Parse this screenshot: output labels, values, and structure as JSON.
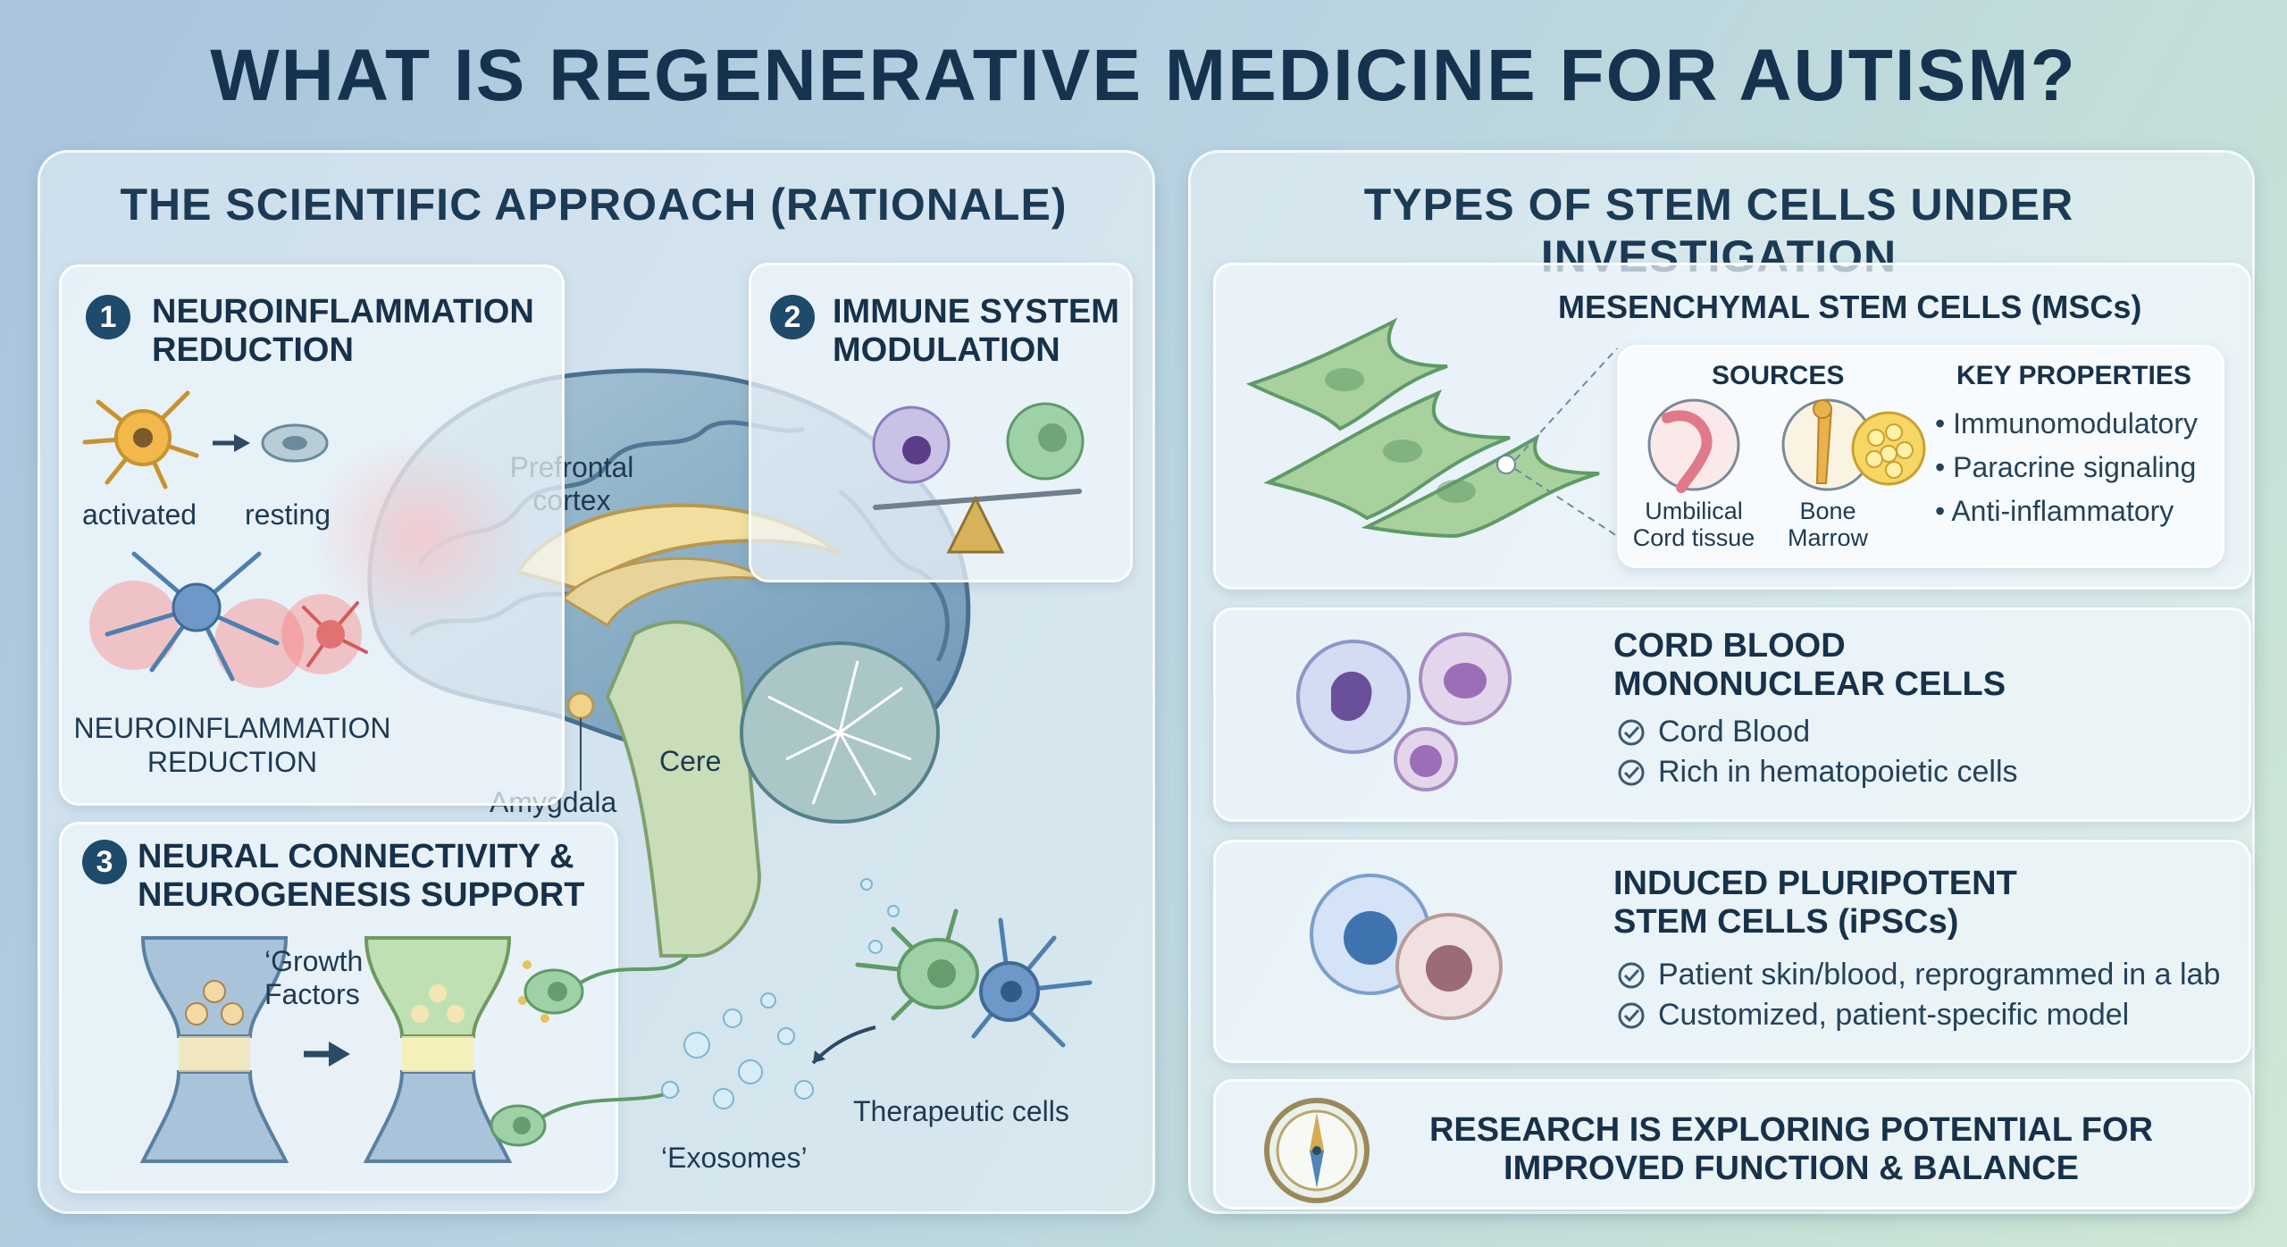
{
  "title": "WHAT IS REGENERATIVE MEDICINE FOR AUTISM?",
  "left_panel": {
    "heading": "THE SCIENTIFIC APPROACH (RATIONALE)",
    "box1": {
      "number": "1",
      "title_line1": "NEUROINFLAMMATION",
      "title_line2": "REDUCTION",
      "activated_label": "activated",
      "resting_label": "resting",
      "bottom_line1": "NEUROINFLAMMATION",
      "bottom_line2": "REDUCTION"
    },
    "box2": {
      "number": "2",
      "title_line1": "IMMUNE SYSTEM",
      "title_line2": "MODULATION"
    },
    "brain": {
      "prefrontal_line1": "Prefrontal",
      "prefrontal_line2": "cortex",
      "amygdala": "Amygdala",
      "cere": "Cere"
    },
    "box3": {
      "number": "3",
      "title_line1": "NEURAL CONNECTIVITY &",
      "title_line2": "NEUROGENESIS SUPPORT",
      "growth_line1": "‘Growth",
      "growth_line2": "Factors"
    },
    "exosomes": "‘Exosomes’",
    "therapeutic": "Therapeutic cells"
  },
  "right_panel": {
    "heading": "TYPES OF STEM CELLS UNDER INVESTIGATION",
    "msc": {
      "title": "MESENCHYMAL STEM CELLS (MSCs)",
      "sources_heading": "SOURCES",
      "source1_line1": "Umbilical",
      "source1_line2": "Cord tissue",
      "source2_line1": "Bone",
      "source2_line2": "Marrow",
      "props_heading": "KEY PROPERTIES",
      "props": [
        "Immunomodulatory",
        "Paracrine signaling",
        "Anti-inflammatory"
      ]
    },
    "cord": {
      "title_line1": "CORD BLOOD",
      "title_line2": "MONONUCLEAR CELLS",
      "items": [
        "Cord Blood",
        "Rich in hematopoietic cells"
      ]
    },
    "ipsc": {
      "title_line1": "INDUCED PLURIPOTENT",
      "title_line2": "STEM CELLS (iPSCs)",
      "items": [
        "Patient skin/blood, reprogrammed in a lab",
        "Customized, patient-specific model"
      ]
    },
    "research": {
      "line1": "RESEARCH IS EXPLORING POTENTIAL FOR",
      "line2": "IMPROVED FUNCTION & BALANCE"
    }
  },
  "colors": {
    "navy": "#15334f",
    "inflammation_red": "#ef5a5a",
    "cell_green": "#8fc38a",
    "cell_purple": "#9a7ec2",
    "cell_blue": "#6d98c8"
  }
}
